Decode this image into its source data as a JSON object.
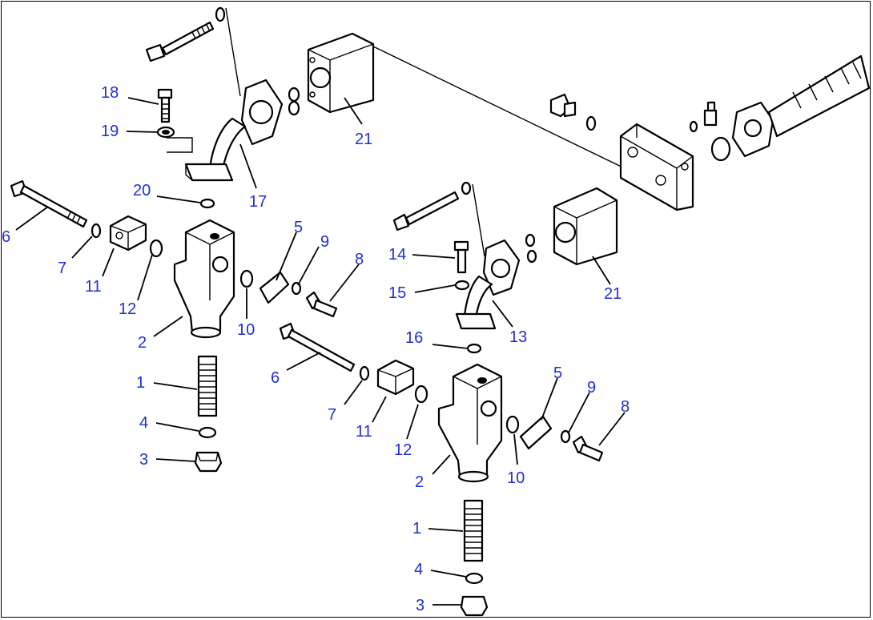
{
  "callouts": [
    {
      "label": "18"
    },
    {
      "label": "19"
    },
    {
      "label": "21"
    },
    {
      "label": "17"
    },
    {
      "label": "20"
    },
    {
      "label": "6"
    },
    {
      "label": "7"
    },
    {
      "label": "11"
    },
    {
      "label": "12"
    },
    {
      "label": "2"
    },
    {
      "label": "5"
    },
    {
      "label": "9"
    },
    {
      "label": "8"
    },
    {
      "label": "10"
    },
    {
      "label": "1"
    },
    {
      "label": "4"
    },
    {
      "label": "3"
    },
    {
      "label": "14"
    },
    {
      "label": "15"
    },
    {
      "label": "21"
    },
    {
      "label": "13"
    },
    {
      "label": "16"
    },
    {
      "label": "6"
    },
    {
      "label": "7"
    },
    {
      "label": "11"
    },
    {
      "label": "12"
    },
    {
      "label": "2"
    },
    {
      "label": "5"
    },
    {
      "label": "9"
    },
    {
      "label": "8"
    },
    {
      "label": "10"
    },
    {
      "label": "1"
    },
    {
      "label": "4"
    },
    {
      "label": "3"
    }
  ],
  "colors": {
    "callout_text": "#1f2fd6",
    "lines": "#000000",
    "background": "#ffffff"
  }
}
